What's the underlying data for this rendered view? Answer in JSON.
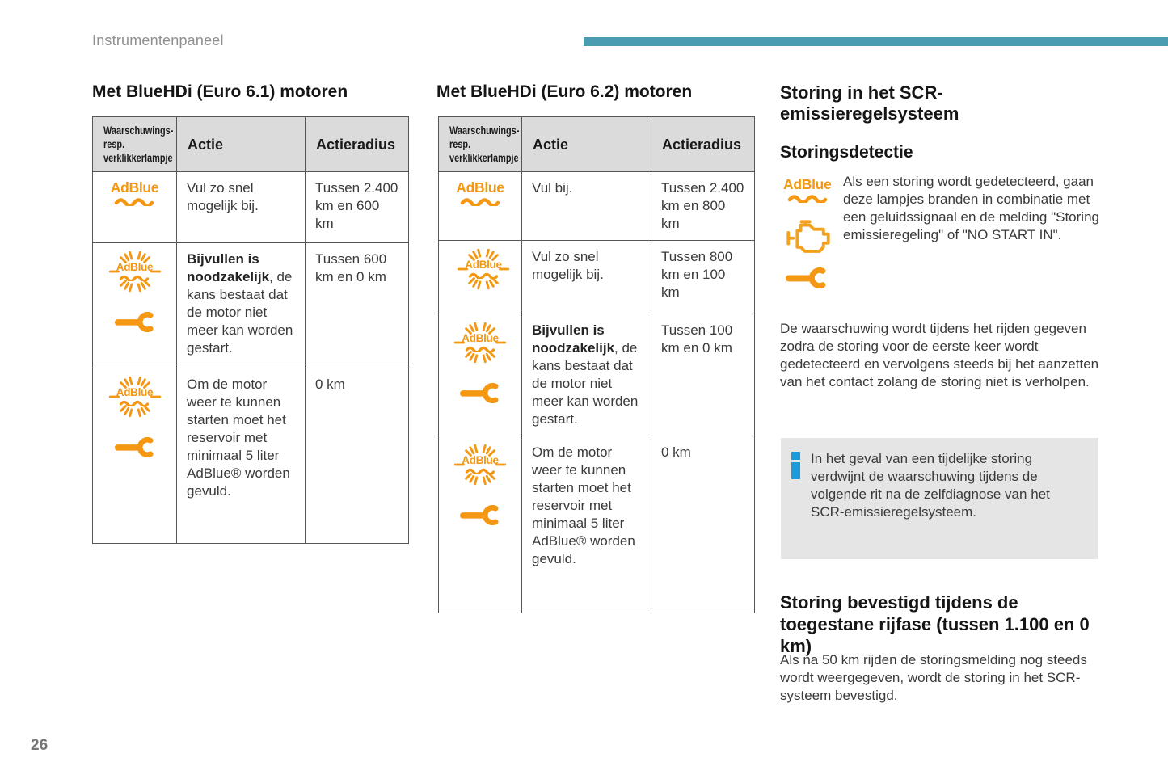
{
  "page": {
    "header_label": "Instrumentenpaneel",
    "page_number": "26"
  },
  "colors": {
    "accent_bar": "#4B9BB1",
    "warning_orange": "#F49712",
    "info_blue": "#1B9CD8",
    "table_header_bg": "#DBDBDB",
    "info_box_bg": "#E4E5E4"
  },
  "icons": {
    "adblue_label": "AdBlue",
    "adblue_lamp": "adblue-warning-lamp",
    "adblue_blinking_lamp": "adblue-blinking-warning-lamp",
    "wrench_lamp": "service-wrench-lamp",
    "engine_lamp": "engine-malfunction-lamp",
    "info_marker": "information-marker"
  },
  "tables": [
    {
      "title": "Met BlueHDi (Euro 6.1) motoren",
      "headers": {
        "lamp": "Waarschuwings-\nresp.\nverklikkerlampje",
        "action": "Actie",
        "radius": "Actieradius"
      },
      "rows": [
        {
          "action": "Vul zo snel mogelijk bij.",
          "radius": "Tussen 2.400 km en 600 km"
        },
        {
          "action_bold": "Bijvullen is noodzakelijk",
          "action_rest": ", de kans bestaat dat de motor niet meer kan worden gestart.",
          "radius": "Tussen 600 km en 0 km"
        },
        {
          "action": "Om de motor weer te kunnen starten moet het reservoir met minimaal 5 liter AdBlue® worden gevuld.",
          "radius": "0 km"
        }
      ]
    },
    {
      "title": "Met BlueHDi (Euro 6.2) motoren",
      "headers": {
        "lamp": "Waarschuwings-\nresp.\nverklikkerlampje",
        "action": "Actie",
        "radius": "Actieradius"
      },
      "rows": [
        {
          "action": "Vul bij.",
          "radius": "Tussen 2.400 km en 800 km"
        },
        {
          "action": "Vul zo snel mogelijk bij.",
          "radius": "Tussen 800 km en 100 km"
        },
        {
          "action_bold": "Bijvullen is noodzakelijk",
          "action_rest": ", de kans bestaat dat de motor niet meer kan worden gestart.",
          "radius": "Tussen 100 km en 0 km"
        },
        {
          "action": "Om de motor weer te kunnen starten moet het reservoir met minimaal 5 liter AdBlue® worden gevuld.",
          "radius": "0 km"
        }
      ]
    }
  ],
  "fault_section": {
    "title": "Storing in het SCR-emissieregelsysteem",
    "subtitle": "Storingsdetectie",
    "detection_text": "Als een storing wordt gedetecteerd, gaan deze lampjes branden in combinatie met een geluidssignaal en de melding \"Storing emissieregeling\" of \"NO START IN\".",
    "warning_text": "De waarschuwing wordt tijdens het rijden gegeven zodra de storing voor de eerste keer wordt gedetecteerd en vervolgens steeds bij het aanzetten van het contact zolang de storing niet is verholpen.",
    "info_note": "In het geval van een tijdelijke storing verdwijnt de waarschuwing tijdens de volgende rit na de zelfdiagnose van het SCR-emissieregelsysteem.",
    "confirmed_title": "Storing bevestigd tijdens de toegestane rijfase (tussen 1.100 en 0 km)",
    "confirmed_text": "Als na 50 km rijden de storingsmelding nog steeds wordt weergegeven, wordt de storing in het SCR-systeem bevestigd."
  }
}
